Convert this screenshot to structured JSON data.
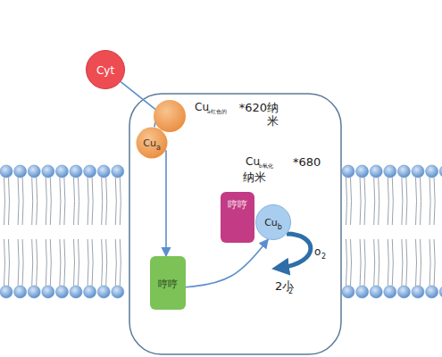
{
  "diagram": {
    "nodes": [
      {
        "text": [
          "Cyt"
        ]
      },
      {
        "text": [
          "Cu",
          "a"
        ]
      },
      {
        "text": [
          "哼哼"
        ]
      },
      {
        "text": [
          "Cu",
          "b"
        ]
      },
      {
        "text": [
          "哼哼"
        ]
      }
    ],
    "edges": [
      {
        "from": 0,
        "to": 1,
        "arrow": "none"
      },
      {
        "from": 1,
        "to": 4,
        "arrow": "to"
      },
      {
        "from": 4,
        "to": 3,
        "arrow": "to"
      }
    ],
    "labels": [
      "Cu",
      "a红色的",
      "*620纳米",
      "Cu",
      "b氧化",
      "*680",
      "纳米",
      "o",
      "2",
      "2小",
      "2"
    ]
  }
}
